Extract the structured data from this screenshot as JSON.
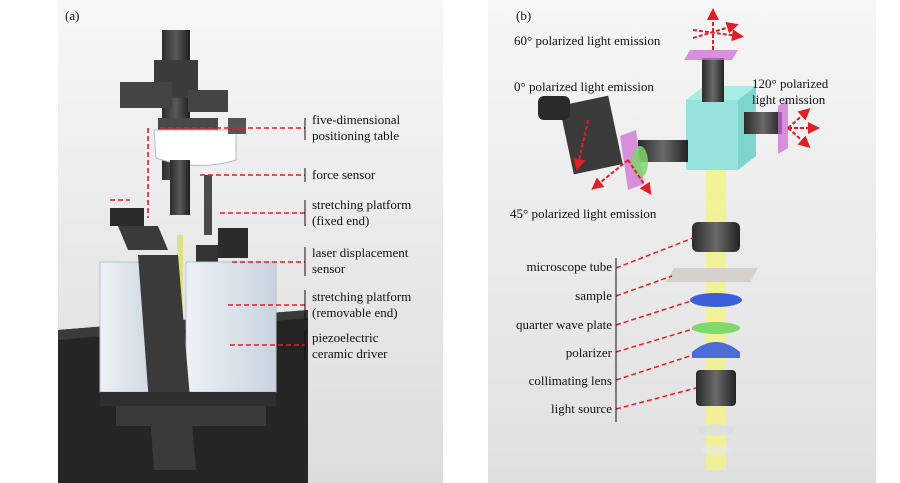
{
  "panel_a": {
    "label": "(a)",
    "labels": [
      {
        "id": "five-dimensional-positioning-table",
        "lines": [
          "five-dimensional",
          "positioning table"
        ]
      },
      {
        "id": "force-sensor",
        "lines": [
          "force sensor"
        ]
      },
      {
        "id": "stretching-platform-fixed",
        "lines": [
          "stretching platform",
          "(fixed end)"
        ]
      },
      {
        "id": "laser-displacement-sensor",
        "lines": [
          "laser displacement",
          "sensor"
        ]
      },
      {
        "id": "stretching-platform-removable",
        "lines": [
          "stretching platform",
          "(removable end)"
        ]
      },
      {
        "id": "piezoelectric-ceramic-driver",
        "lines": [
          "piezoelectric",
          "ceramic driver"
        ]
      }
    ]
  },
  "panel_b": {
    "label": "(b)",
    "emissions": [
      {
        "id": "emission-60",
        "lines": [
          "60°  polarized light emission"
        ]
      },
      {
        "id": "emission-0",
        "lines": [
          "0°  polarized light emission"
        ]
      },
      {
        "id": "emission-120",
        "lines": [
          "120°  polarized",
          "light emission"
        ]
      },
      {
        "id": "emission-45",
        "lines": [
          "45°  polarized light emission"
        ]
      }
    ],
    "components": [
      {
        "id": "microscope-tube",
        "text": "microscope tube"
      },
      {
        "id": "sample",
        "text": "sample"
      },
      {
        "id": "quarter-wave-plate",
        "text": "quarter wave plate"
      },
      {
        "id": "polarizer",
        "text": "polarizer"
      },
      {
        "id": "collimating-lens",
        "text": "collimating lens"
      },
      {
        "id": "light-source",
        "text": "light source"
      }
    ]
  },
  "colors": {
    "leader": "#e01f26",
    "beam": "#f2f28a",
    "cube": "#7fe0d8",
    "filter": "#cf6fd6",
    "lens_blue": "#3a5fd8",
    "lens_green": "#7fd86a"
  }
}
